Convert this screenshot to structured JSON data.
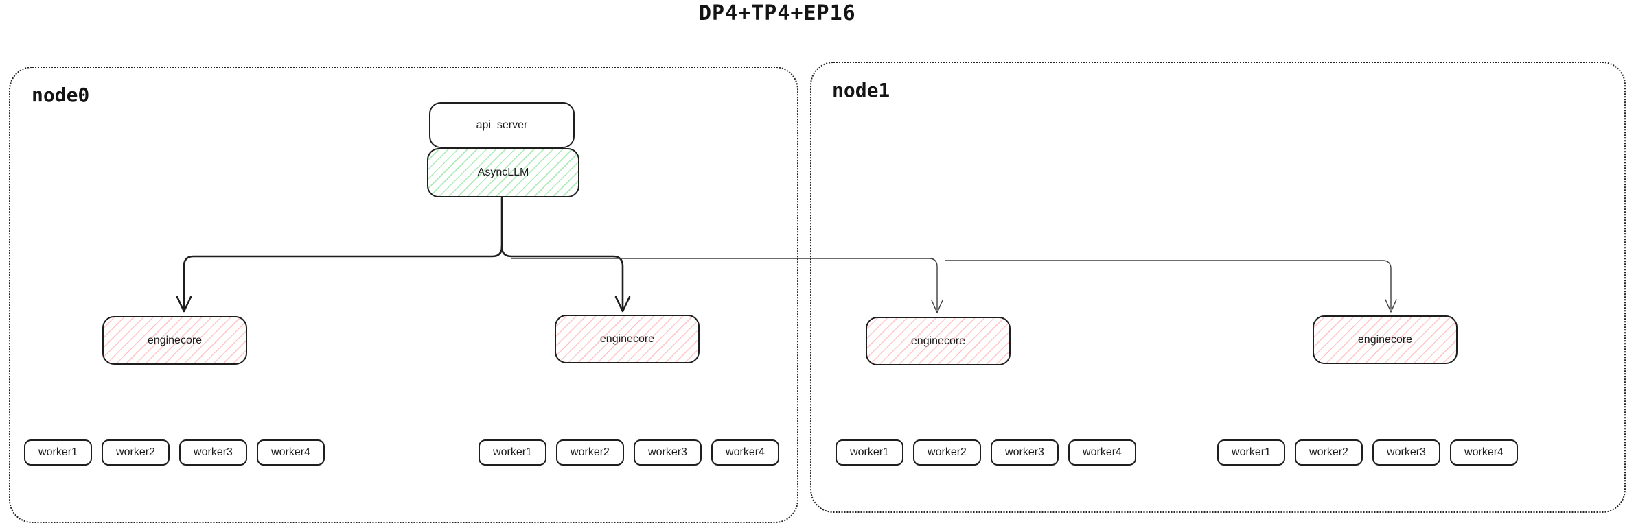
{
  "title": "DP4+TP4+EP16",
  "colors": {
    "green_hatch": "#69db7c",
    "red_hatch": "#ff8787",
    "line": "#1e1e1e",
    "thin_line": "#3f3f3f",
    "border": "#232323"
  },
  "nodes": [
    {
      "label": "node0",
      "stack": {
        "api_server": "api_server",
        "async_llm": "AsyncLLM"
      },
      "groups": [
        {
          "enginecore": "enginecore",
          "workers": [
            "worker1",
            "worker2",
            "worker3",
            "worker4"
          ]
        },
        {
          "enginecore": "enginecore",
          "workers": [
            "worker1",
            "worker2",
            "worker3",
            "worker4"
          ]
        }
      ]
    },
    {
      "label": "node1",
      "groups": [
        {
          "enginecore": "enginecore",
          "workers": [
            "worker1",
            "worker2",
            "worker3",
            "worker4"
          ]
        },
        {
          "enginecore": "enginecore",
          "workers": [
            "worker1",
            "worker2",
            "worker3",
            "worker4"
          ]
        }
      ]
    }
  ]
}
